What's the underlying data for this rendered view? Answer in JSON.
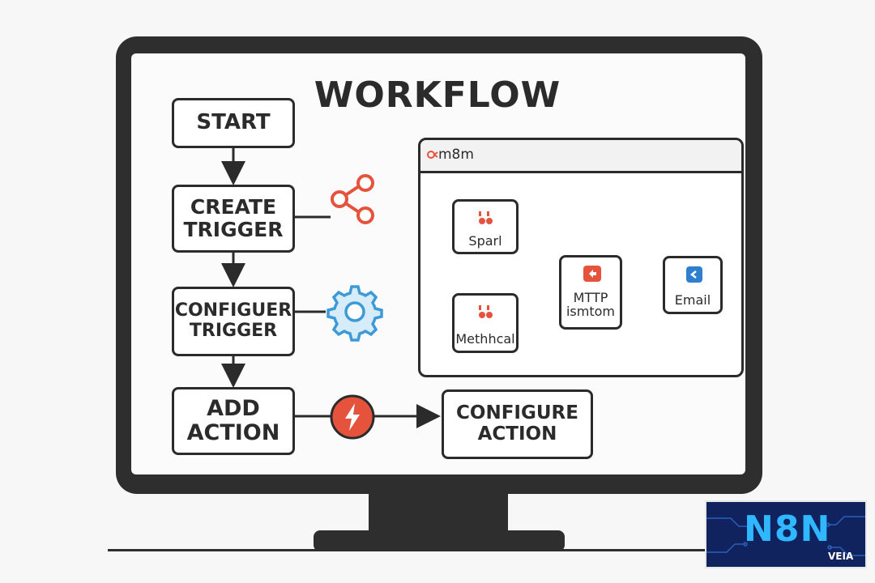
{
  "title": "WORKFLOW",
  "flow": {
    "start": "START",
    "create_trigger": "CREATE\nTRIGGER",
    "configure_trigger": "CONFIGUER\nTRIGGER",
    "add_action": "ADD\nACTION",
    "configure_action": "CONFIGURE\nACTION"
  },
  "panel": {
    "title": "m8m",
    "nodes": {
      "spark": "Sparl",
      "method": "Methhcal",
      "http": "MTTP\nismtom",
      "email": "Email"
    }
  },
  "badge": {
    "main": "N8N",
    "sub": "VEIA"
  },
  "icons": {
    "share": "share-icon",
    "gear": "gear-icon",
    "bolt": "lightning-bolt-icon"
  },
  "colors": {
    "accent_red": "#e5533d",
    "gear_blue": "#3d9ad6",
    "email_blue": "#2f7fd1",
    "dark": "#2b2b2b"
  }
}
